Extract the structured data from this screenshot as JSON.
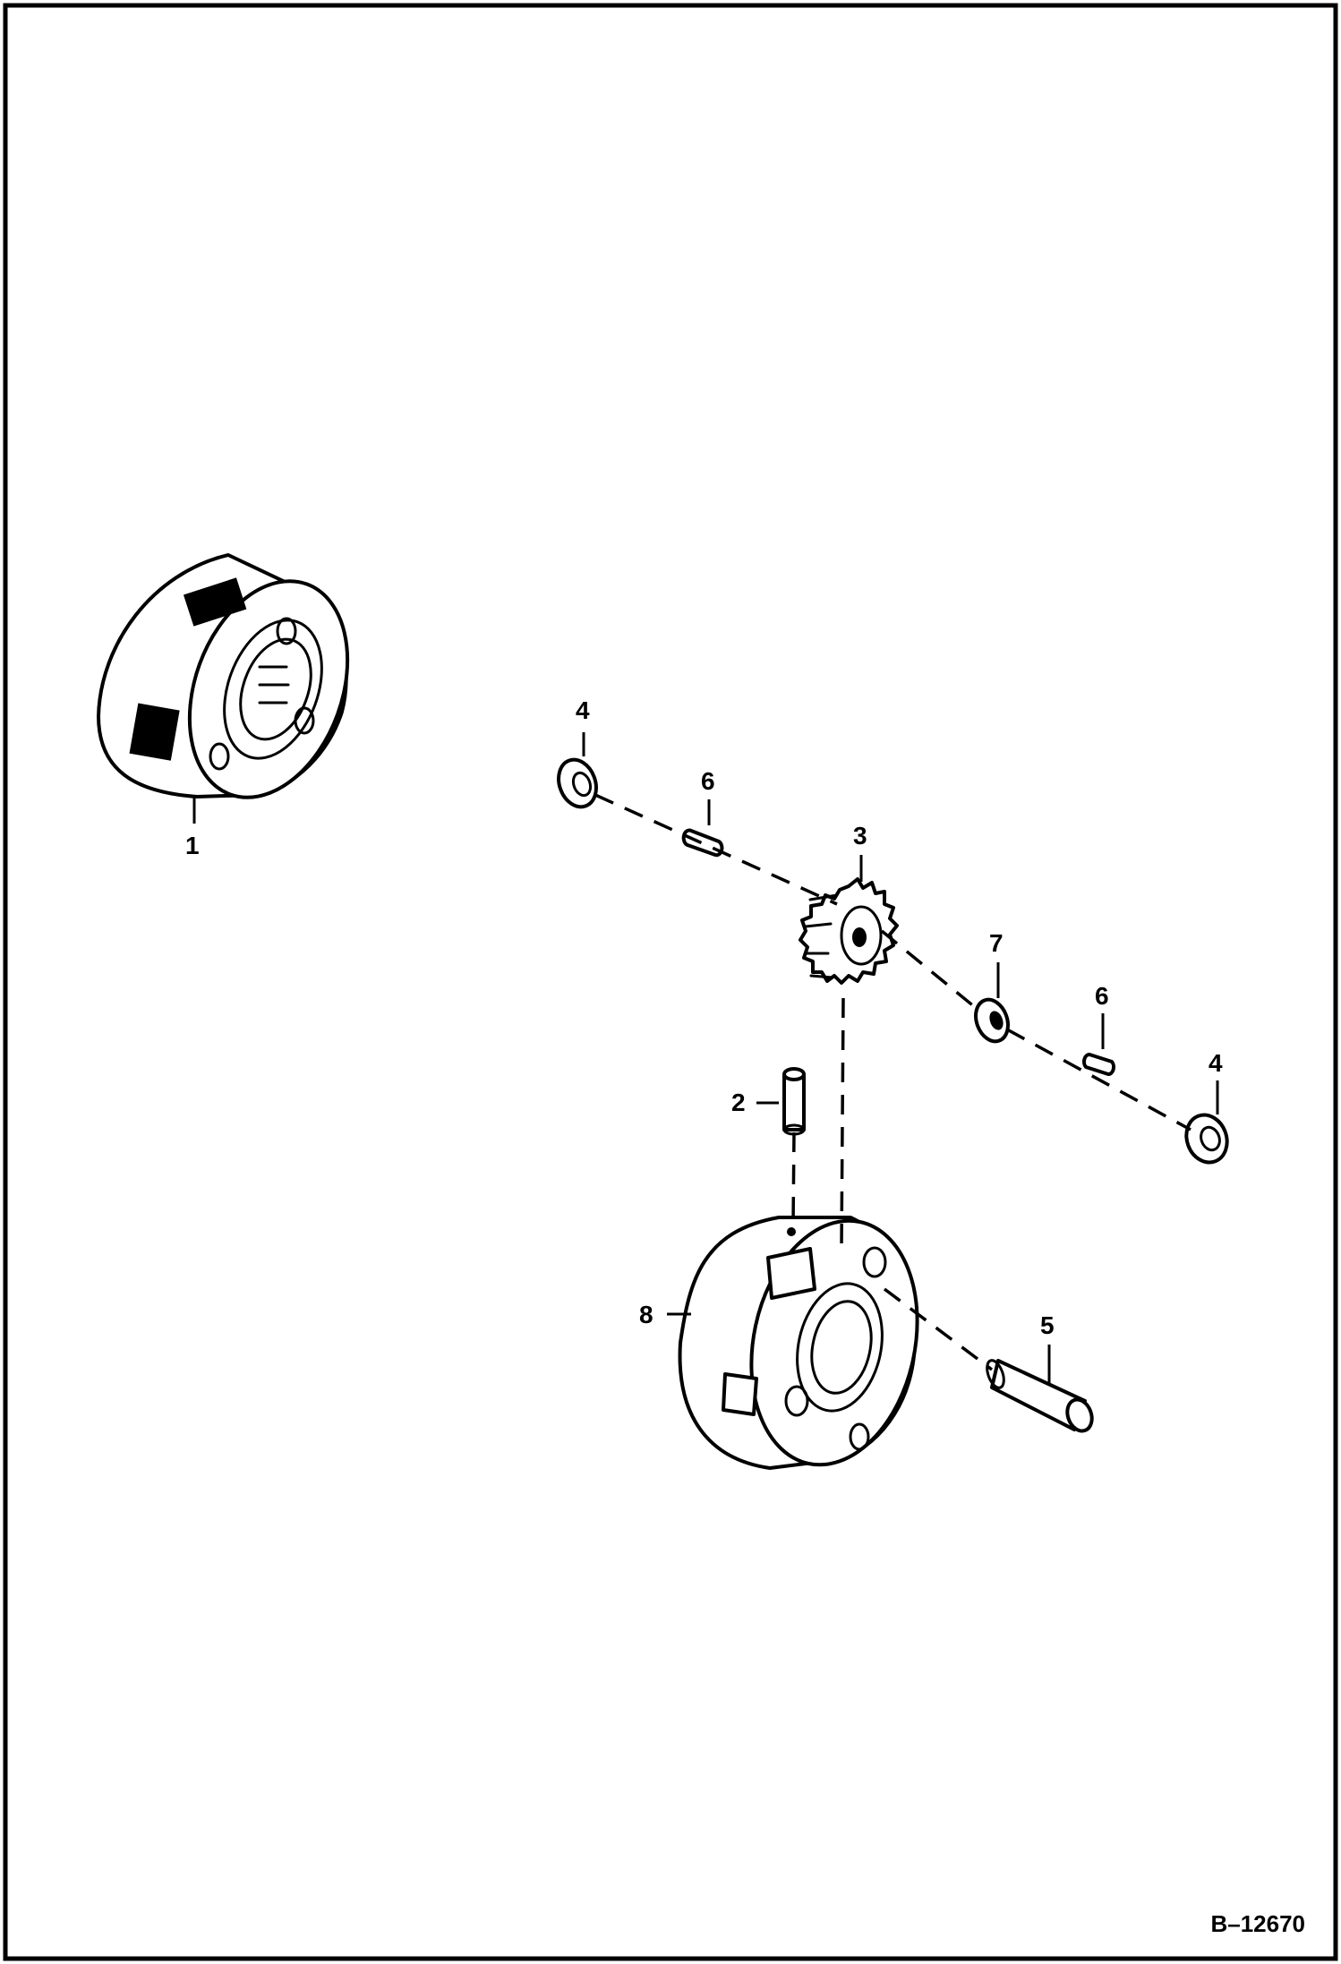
{
  "figure_id": "B–12670",
  "callouts": {
    "p1": "1",
    "p2": "2",
    "p3": "3",
    "p4a": "4",
    "p4b": "4",
    "p5": "5",
    "p6a": "6",
    "p6b": "6",
    "p7": "7",
    "p8": "8"
  }
}
